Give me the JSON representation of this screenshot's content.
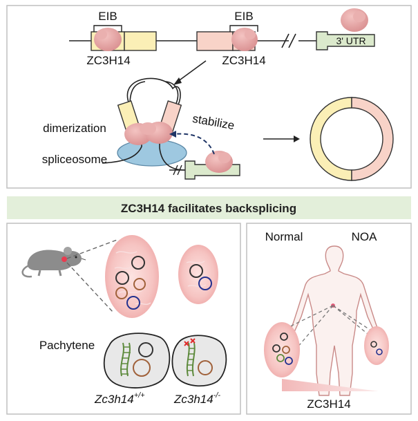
{
  "top": {
    "eib_left": "EIB",
    "eib_right": "EIB",
    "zc_left": "ZC3H14",
    "zc_right": "ZC3H14",
    "utr": "3' UTR",
    "break_mark": "//",
    "dimerization": "dimerization",
    "spliceosome": "spliceosome",
    "stabilize": "stabilize"
  },
  "banner": {
    "title": "ZC3H14 facilitates backsplicing"
  },
  "bottom_left": {
    "pachytene": "Pachytene",
    "genotype_wt_base": "Zc3h14",
    "genotype_wt_sup": "+/+",
    "genotype_ko_base": "Zc3h14",
    "genotype_ko_sup": "-/-"
  },
  "bottom_right": {
    "normal": "Normal",
    "noa": "NOA",
    "gradient_label": "ZC3H14"
  },
  "colors": {
    "exon_yellow": "#fbefb6",
    "exon_pink": "#f8d3c8",
    "utr_green": "#dbe9cc",
    "protein": "#e7a6a6",
    "spliceosome": "#9ec8e0",
    "banner_bg": "#e3efda",
    "panel_border": "#bfbfbf",
    "testis_tissue": "#f4bcbc",
    "circ_brown": "#a0613a",
    "circ_blue": "#23318f",
    "circ_green": "#5d8a3c"
  }
}
